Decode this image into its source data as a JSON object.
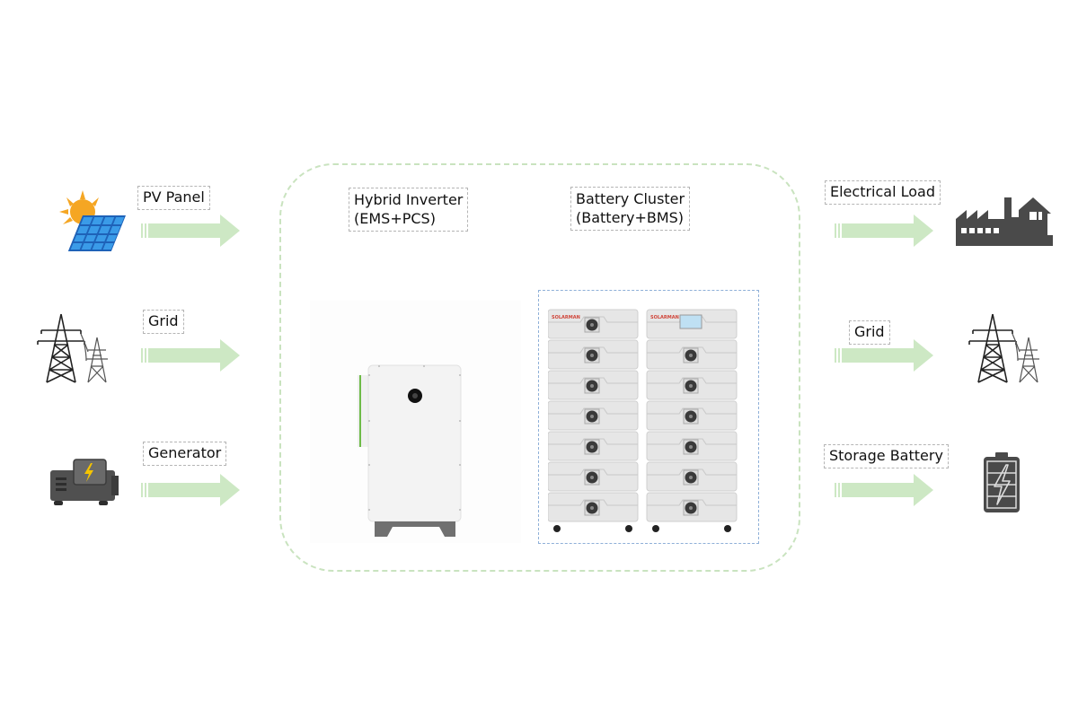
{
  "inputs": [
    {
      "label": "PV Panel",
      "icon": "solar-panel-icon"
    },
    {
      "label": "Grid",
      "icon": "power-tower-icon"
    },
    {
      "label": "Generator",
      "icon": "generator-icon"
    }
  ],
  "outputs": [
    {
      "label": "Electrical Load",
      "icon": "factory-house-icon"
    },
    {
      "label": "Grid",
      "icon": "power-tower-icon"
    },
    {
      "label": "Storage Battery",
      "icon": "battery-icon"
    }
  ],
  "system": {
    "inverter": {
      "line1": "Hybrid Inverter",
      "line2": "(EMS+PCS)"
    },
    "cluster": {
      "line1": "Battery Cluster",
      "line2": "(Battery+BMS)",
      "brand": "SOLARMAN",
      "modules_per_stack": 7,
      "stacks": 2
    }
  },
  "colors": {
    "arrow": "#cde8c4",
    "container_border": "#c9e3bf",
    "cluster_border": "#8fb0d8",
    "icon_dark": "#4a4a4a",
    "accent_green": "#6dbb47",
    "brand_red": "#d0453a",
    "sun": "#f5a623",
    "panel_blue": "#2a7fd4"
  }
}
